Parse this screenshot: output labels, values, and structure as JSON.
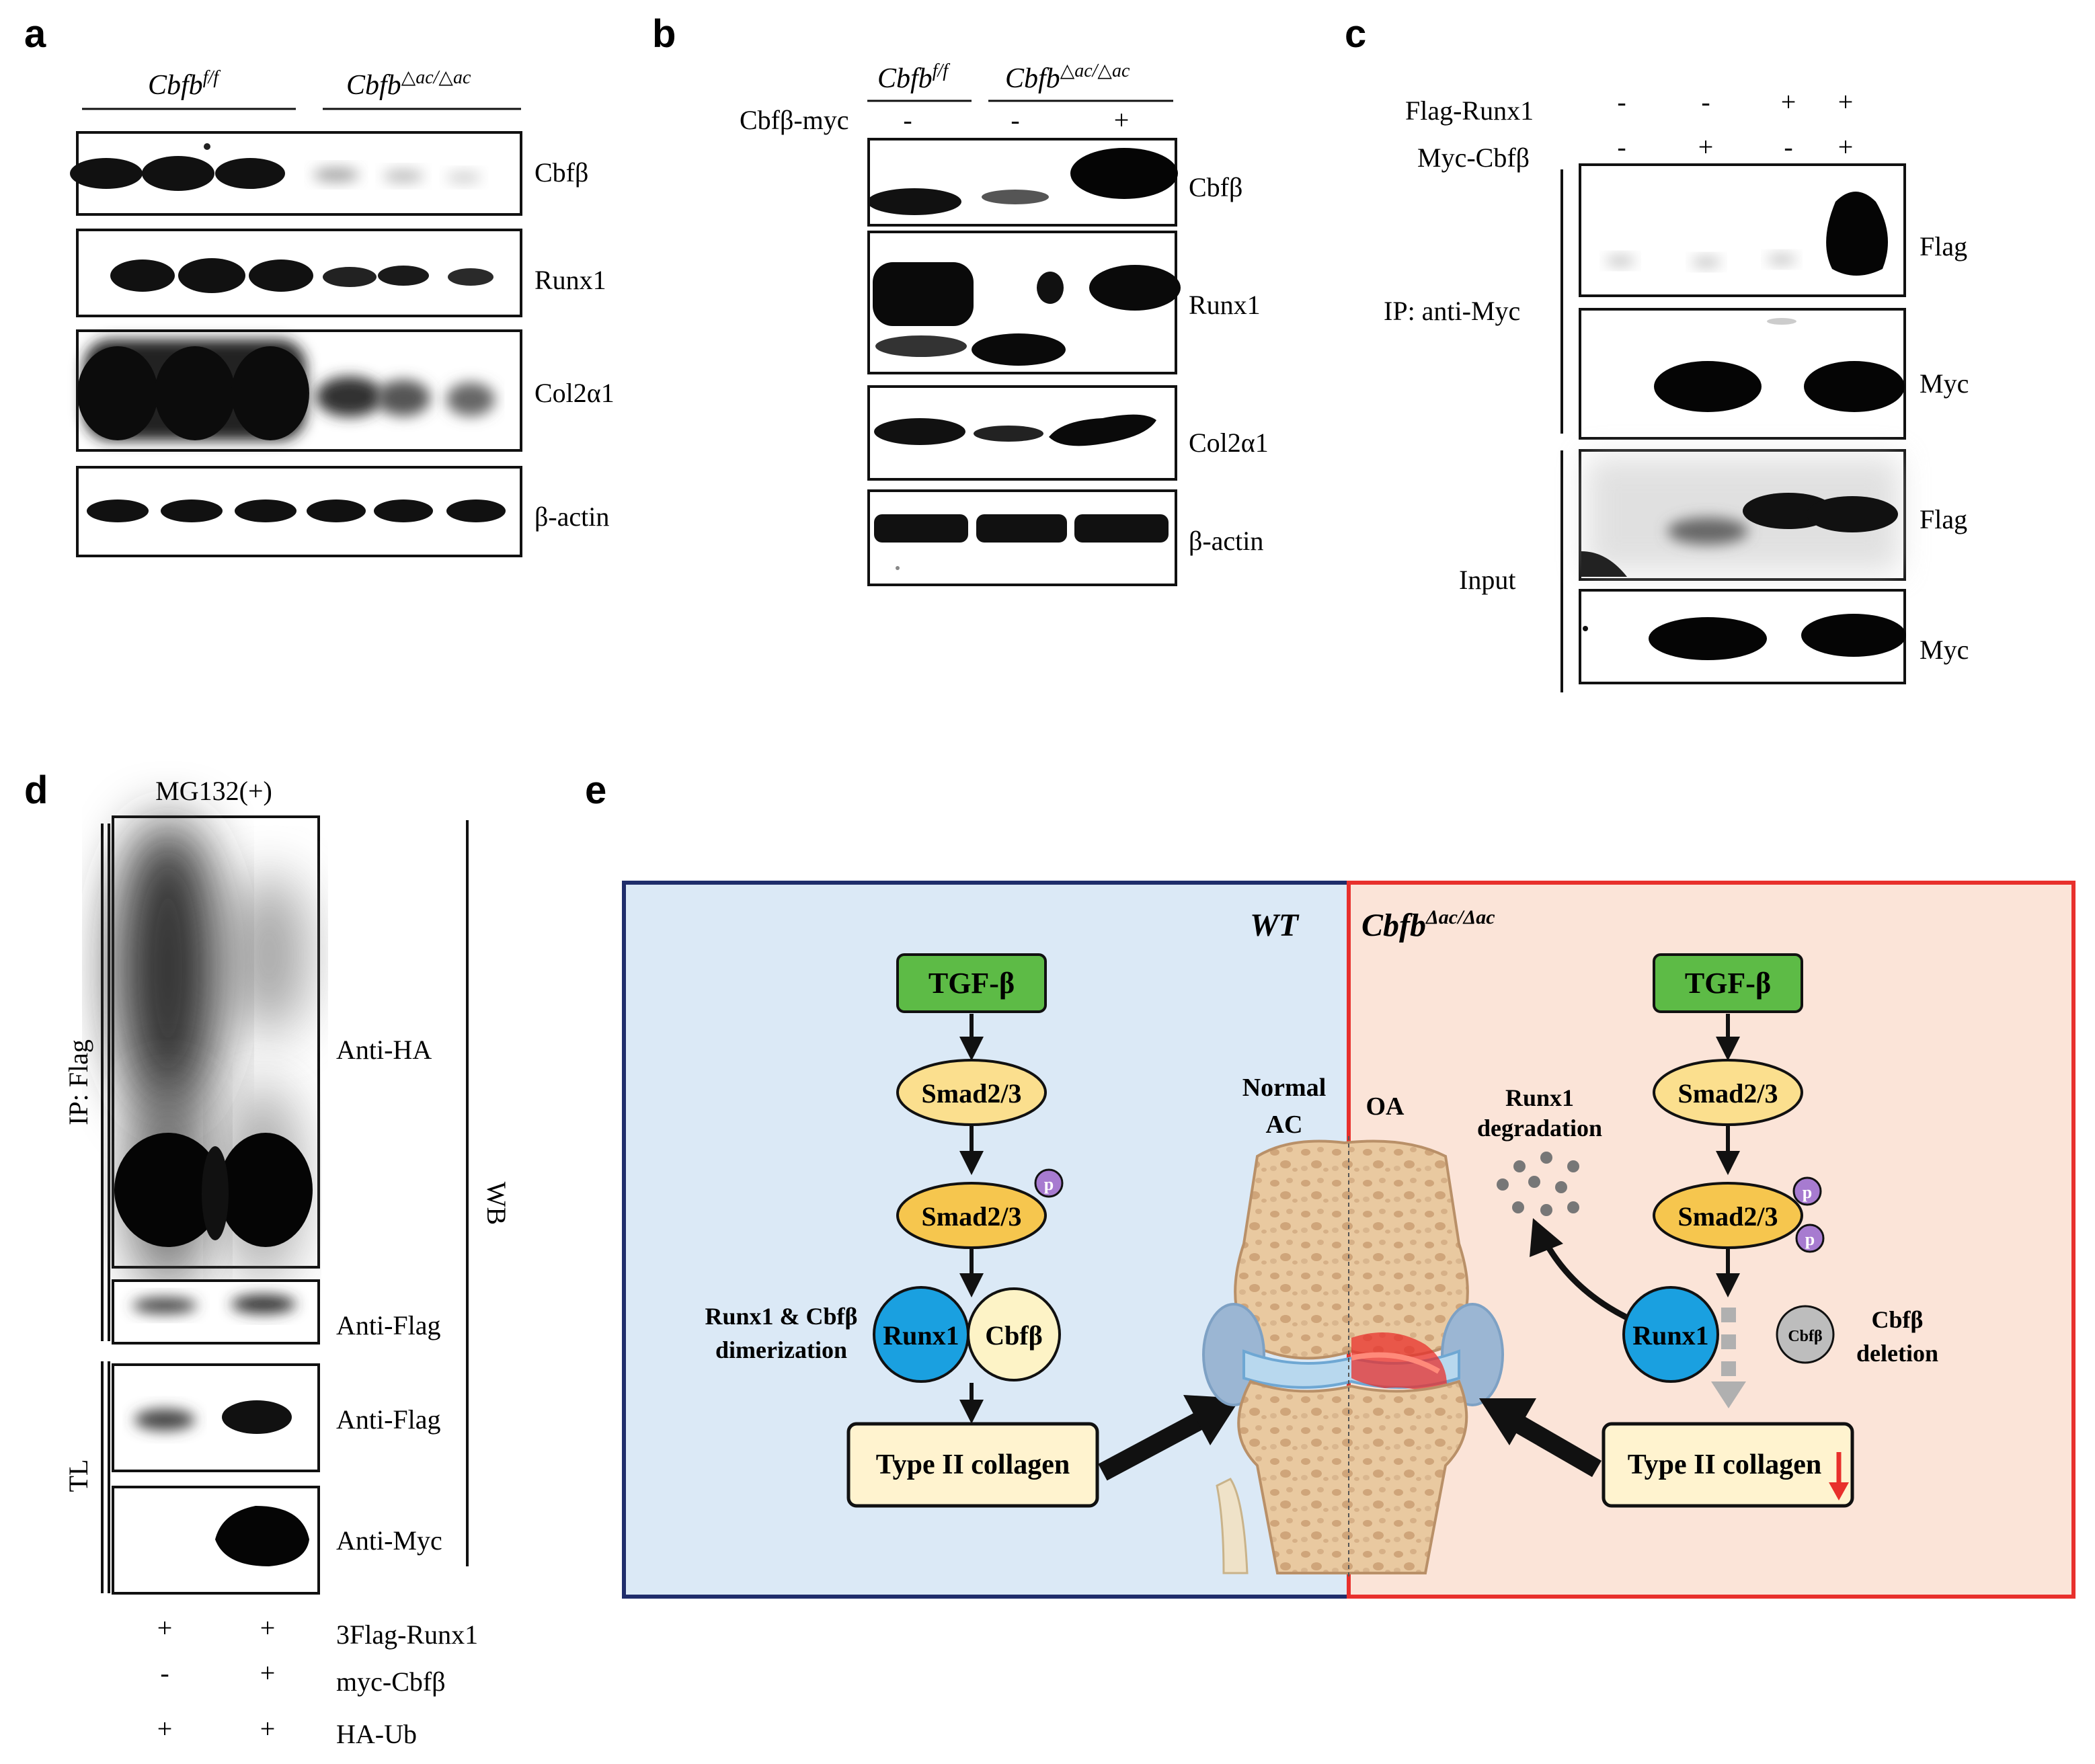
{
  "panel_letters": {
    "a": "a",
    "b": "b",
    "c": "c",
    "d": "d",
    "e": "e"
  },
  "panel_a": {
    "group_ff": "Cbfb",
    "group_ff_sup": "f/f",
    "group_ko": "Cbfb",
    "group_ko_sup": "△ac/△ac",
    "blots": [
      "Cbfβ",
      "Runx1",
      "Col2α1",
      "β-actin"
    ]
  },
  "panel_b": {
    "group_ff": "Cbfb",
    "group_ff_sup": "f/f",
    "group_ko": "Cbfb",
    "group_ko_sup": "△ac/△ac",
    "row_label": "Cbfβ-myc",
    "signs": [
      "-",
      "-",
      "+"
    ],
    "blots": [
      "Cbfβ",
      "Runx1",
      "Col2α1",
      "β-actin"
    ]
  },
  "panel_c": {
    "row1_label": "Flag-Runx1",
    "row1_signs": [
      "-",
      "-",
      "+",
      "+"
    ],
    "row2_label": "Myc-Cbfβ",
    "row2_signs": [
      "-",
      "+",
      "-",
      "+"
    ],
    "ip_label": "IP: anti-Myc",
    "input_label": "Input",
    "blots": [
      "Flag",
      "Myc",
      "Flag",
      "Myc"
    ]
  },
  "panel_d": {
    "title": "MG132(+)",
    "ip_label": "IP: Flag",
    "tl_label": "TL",
    "wb_label": "WB",
    "blots": [
      "Anti-HA",
      "Anti-Flag",
      "Anti-Flag",
      "Anti-Myc"
    ],
    "rows": [
      {
        "label": "3Flag-Runx1",
        "signs": [
          "+",
          "+"
        ]
      },
      {
        "label": "myc-Cbfβ",
        "signs": [
          "-",
          "+"
        ]
      },
      {
        "label": "HA-Ub",
        "signs": [
          "+",
          "+"
        ]
      }
    ]
  },
  "panel_e": {
    "wt_label": "WT",
    "ko_label": "Cbfb",
    "ko_sup": "Δac/Δac",
    "tgf": "TGF-β",
    "smad": "Smad2/3",
    "p": "p",
    "runx1": "Runx1",
    "cbfb": "Cbfβ",
    "cbfb_small": "Cbfβ",
    "dimer_line1": "Runx1 & Cbfβ",
    "dimer_line2": "dimerization",
    "collagen": "Type II collagen",
    "normal_line1": "Normal",
    "normal_line2": "AC",
    "oa": "OA",
    "degr_line1": "Runx1",
    "degr_line2": "degradation",
    "del_line1": "Cbfβ",
    "del_line2": "deletion",
    "colors": {
      "wt_bg": "#dbe9f6",
      "ko_bg": "#fbe4d8",
      "wt_border": "#1f2d6b",
      "ko_border": "#e8302c",
      "tgf": "#5dbb46",
      "smad": "#fbdf8e",
      "smad_dark": "#f6c64e",
      "runx1": "#1aa0e0",
      "cbfb": "#fdf3c6",
      "p_badge": "#a77bd0",
      "collagen": "#fff3cf"
    }
  }
}
